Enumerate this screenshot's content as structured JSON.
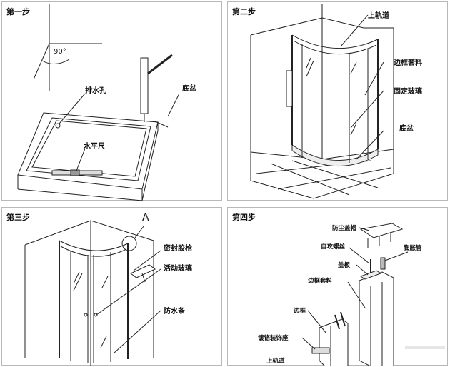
{
  "panels": [
    {
      "step": "第一步",
      "labels": {
        "angle": "90°",
        "drain_hole": "排水孔",
        "base_tray": "底盆",
        "level": "水平尺"
      }
    },
    {
      "step": "第二步",
      "labels": {
        "upper_rail": "上轨道",
        "frame_cover": "边框套料",
        "fixed_glass": "固定玻璃",
        "base_tray": "底盆"
      }
    },
    {
      "step": "第三步",
      "labels": {
        "detail_a": "A",
        "sealant_gun": "密封胶枪",
        "sliding_glass": "活动玻璃",
        "waterproof_strip": "防水条"
      }
    },
    {
      "step": "第四步",
      "labels": {
        "dust_cap": "防尘盖帽",
        "tapping_screw": "自攻螺丝",
        "expansion_tube": "膨胀管",
        "cover_plate": "盖板",
        "frame_cover": "边框套料",
        "frame": "边框",
        "plated_base": "镀铬装饰座",
        "upper_rail_cut": "上轨道"
      }
    }
  ]
}
